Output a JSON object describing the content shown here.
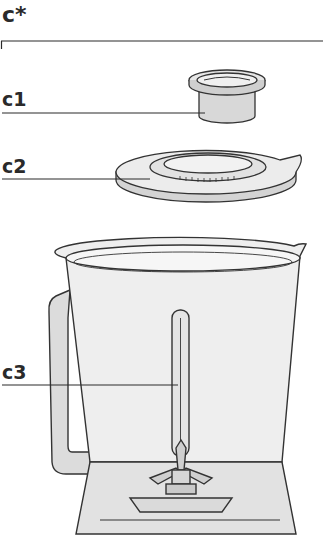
{
  "diagram": {
    "labels": [
      "c*",
      "c1",
      "c2",
      "c3"
    ]
  }
}
